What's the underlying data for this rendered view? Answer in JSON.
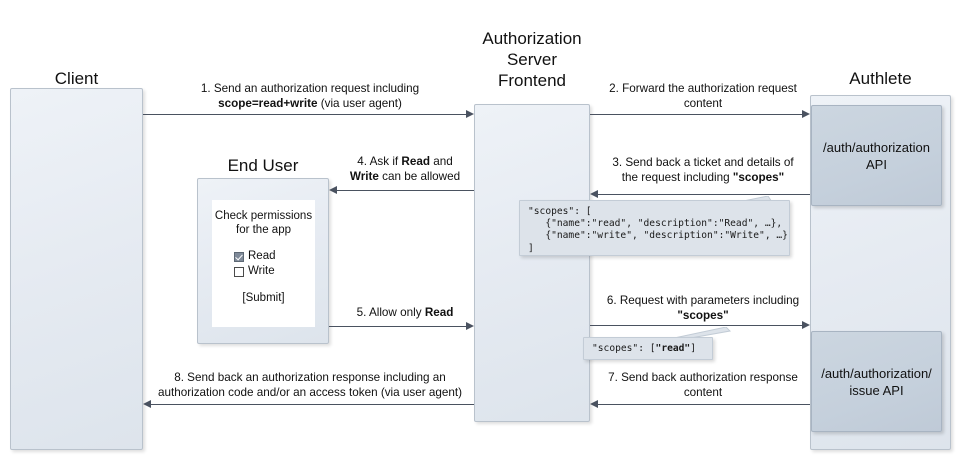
{
  "diagram": {
    "title": "OAuth authorization flow with Authlete (scopes)",
    "colors": {
      "lane_fill": "#e6ebf2",
      "api_fill": "#c5d0dc",
      "callout_fill": "#dde3ea",
      "line": "#4a5260",
      "text": "#111111"
    }
  },
  "lanes": {
    "client": {
      "title": "Client"
    },
    "end_user": {
      "title": "End User",
      "form": {
        "heading_line1": "Check permissions",
        "heading_line2": "for the app",
        "options": [
          {
            "label": "Read",
            "checked": true
          },
          {
            "label": "Write",
            "checked": false
          }
        ],
        "submit_label": "[Submit]"
      }
    },
    "auth_server_frontend": {
      "title": "Authorization\nServer\nFrontend"
    },
    "authlete": {
      "title": "Authlete",
      "apis": [
        {
          "label": "/auth/authorization\nAPI"
        },
        {
          "label": "/auth/authorization/\nissue API"
        }
      ]
    }
  },
  "steps": [
    {
      "number": "1.",
      "line1_pre": "1. Send an authorization request including",
      "line2_bold": "scope=read+write",
      "line2_post": " (via user agent)",
      "direction": "right"
    },
    {
      "number": "2.",
      "line1": "2. Forward the authorization request",
      "line2": "content",
      "direction": "right"
    },
    {
      "number": "3.",
      "line1": "3. Send back a ticket and details of",
      "line2_pre": "the request including ",
      "line2_bold": "\"scopes\"",
      "direction": "left"
    },
    {
      "number": "4.",
      "line1_pre": "4. Ask if ",
      "line1_bold": "Read",
      "line1_post": " and",
      "line2_bold": "Write",
      "line2_post": " can be allowed",
      "direction": "left"
    },
    {
      "number": "5.",
      "line1_pre": "5. Allow only ",
      "line1_bold": "Read",
      "direction": "right"
    },
    {
      "number": "6.",
      "line1": "6. Request with parameters including",
      "line2_bold": "\"scopes\"",
      "direction": "right"
    },
    {
      "number": "7.",
      "line1": "7. Send back authorization response",
      "line2": "content",
      "direction": "left"
    },
    {
      "number": "8.",
      "line1": "8. Send back an authorization response including an",
      "line2": "authorization code and/or an access token (via user agent)",
      "direction": "left"
    }
  ],
  "callouts": {
    "scopes_full": {
      "line1": "\"scopes\": [",
      "line2": "   {\"name\":\"read\", \"description\":\"Read\", …},",
      "line3": "   {\"name\":\"write\", \"description\":\"Write\", …}",
      "line4": "]"
    },
    "scopes_read": {
      "prefix": "\"scopes\": [",
      "value": "\"read\"",
      "suffix": "]"
    }
  }
}
